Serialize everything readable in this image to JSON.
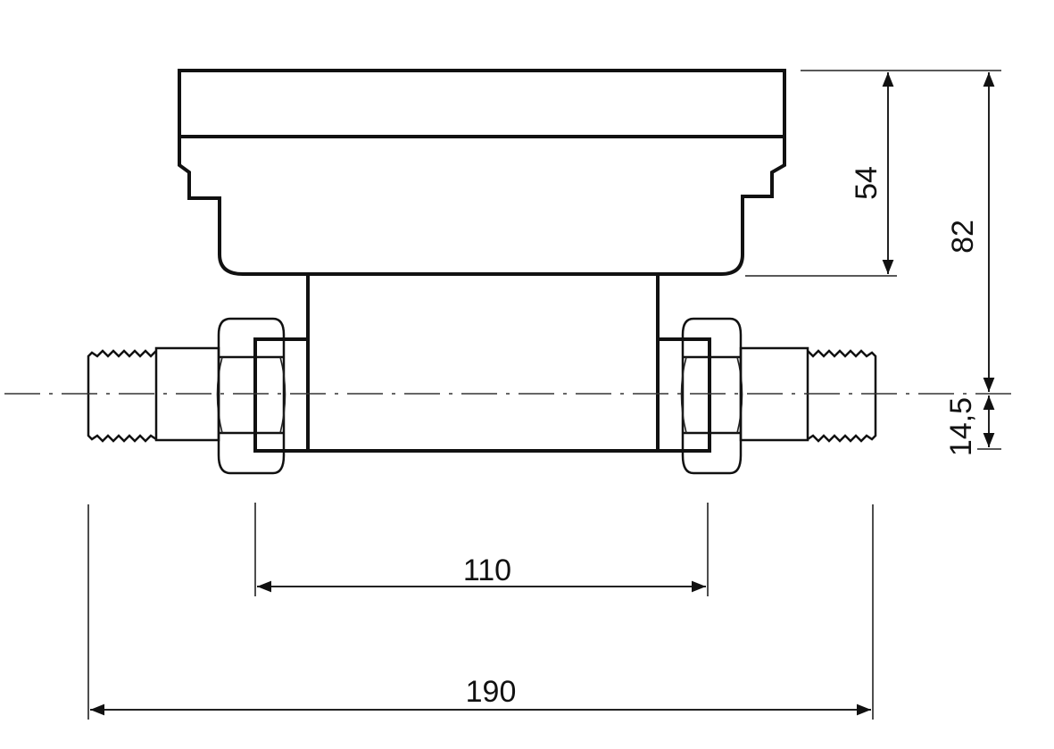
{
  "drawing": {
    "title": "Water meter dimensional drawing",
    "dimensions": {
      "body_height": "54",
      "total_height": "82",
      "axis_offset": "14,5",
      "body_length": "110",
      "total_length": "190"
    },
    "line_color": "#111111",
    "background": "#ffffff"
  }
}
